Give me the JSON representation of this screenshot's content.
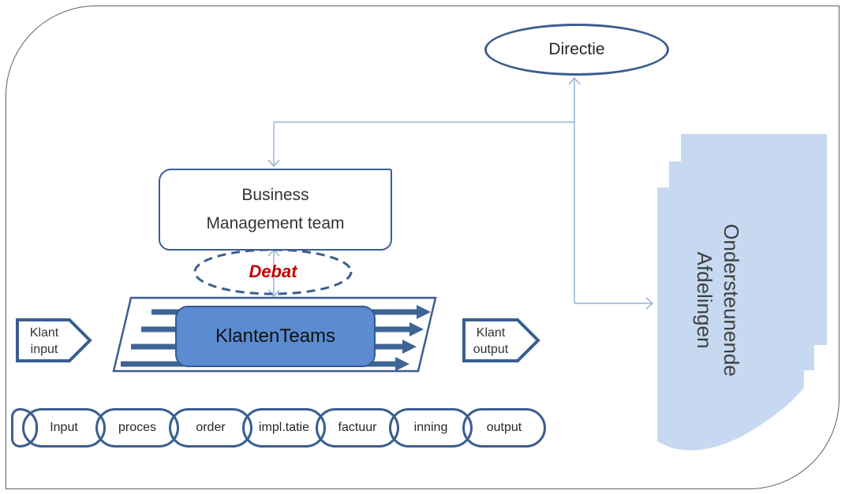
{
  "diagram": {
    "title_hint": "Customer team process diagram (Dutch)",
    "directie_label": "Directie",
    "bm_team": {
      "line1": "Business",
      "line2": "Management team"
    },
    "debat_label": "Debat",
    "klanten_teams_label": "KlantenTeams",
    "klant_input": {
      "line1": "Klant",
      "line2": "input"
    },
    "klant_output": {
      "line1": "Klant",
      "line2": "output"
    },
    "ondersteunende": {
      "line1": "Ondersteunende",
      "line2": "Afdelingen"
    },
    "process_steps": [
      "Input",
      "proces",
      "order",
      "impl.tatie",
      "factuur",
      "inning",
      "output"
    ],
    "colors": {
      "shape_outline": "#3b5e8f",
      "connector_blue": "#95b3d7",
      "team_fill": "#5b8bd0",
      "support_fill": "#c6d9f1",
      "debat_red": "#c00000",
      "thick_arrow": "#3e6494"
    }
  }
}
